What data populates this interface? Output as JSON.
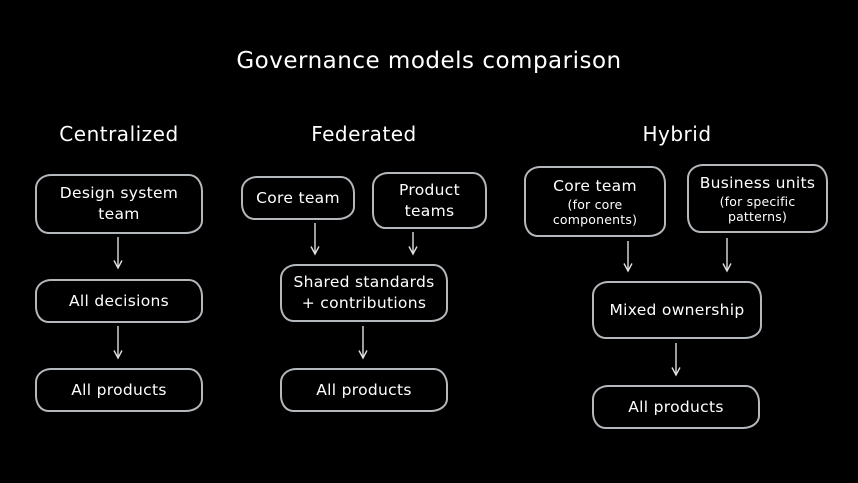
{
  "title": "Governance models comparison",
  "colors": {
    "background": "#000000",
    "box_border": "#b4b8bc",
    "text": "#ffffff",
    "arrow": "#e0e0e0"
  },
  "columns": [
    {
      "heading": "Centralized",
      "boxes": [
        {
          "lines": [
            "Design system",
            "team"
          ]
        },
        {
          "lines": [
            "All decisions"
          ]
        },
        {
          "lines": [
            "All products"
          ]
        }
      ]
    },
    {
      "heading": "Federated",
      "boxes": [
        {
          "lines": [
            "Core team"
          ]
        },
        {
          "lines": [
            "Product",
            "teams"
          ]
        },
        {
          "lines": [
            "Shared standards",
            "+ contributions"
          ]
        },
        {
          "lines": [
            "All products"
          ]
        }
      ]
    },
    {
      "heading": "Hybrid",
      "boxes": [
        {
          "lines": [
            "Core team"
          ],
          "sub_lines": [
            "(for core",
            "components)"
          ]
        },
        {
          "lines": [
            "Business units"
          ],
          "sub_lines": [
            "(for specific",
            "patterns)"
          ]
        },
        {
          "lines": [
            "Mixed ownership"
          ]
        },
        {
          "lines": [
            "All products"
          ]
        }
      ]
    }
  ]
}
